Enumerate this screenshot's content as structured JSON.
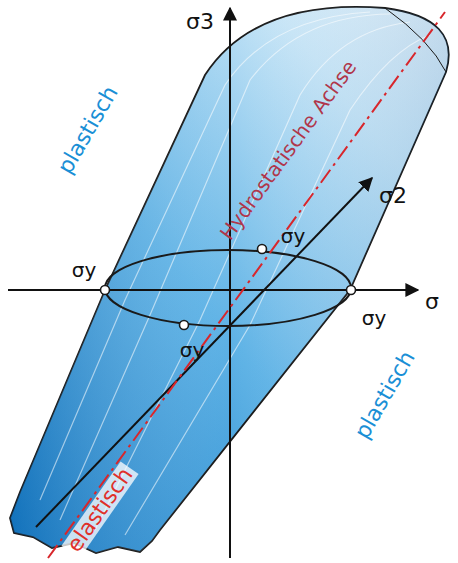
{
  "diagram": {
    "labels": [
      "σ3",
      "plastisch",
      "Hydrostatische Achse",
      "σ2",
      "σy",
      "σy",
      "σ",
      "σy",
      "σy",
      "plastisch",
      "elastisch"
    ]
  }
}
